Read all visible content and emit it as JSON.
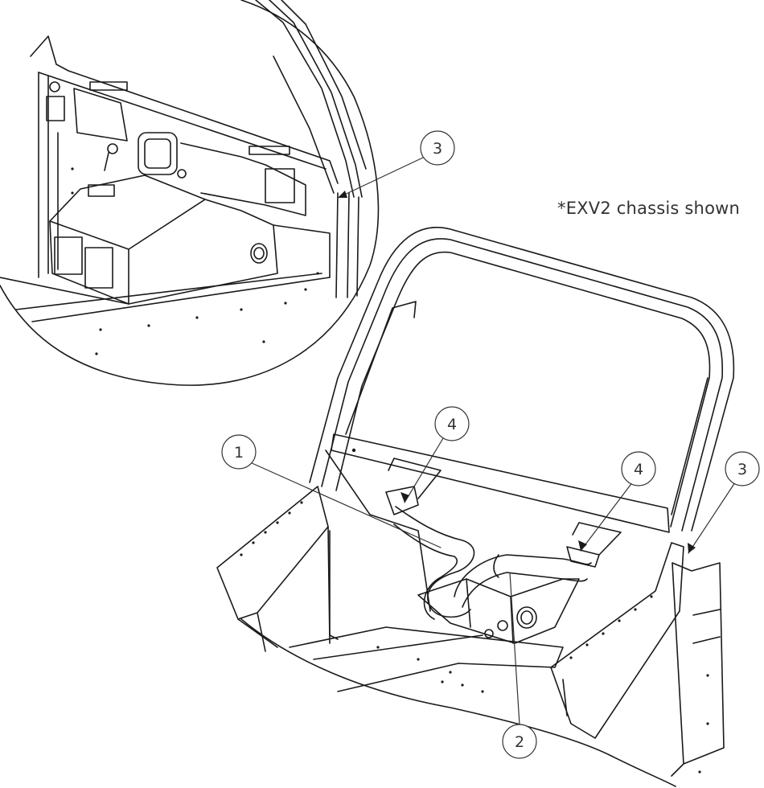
{
  "note": "*EXV2 chassis shown",
  "callouts": [
    {
      "id": "callout-1",
      "label": "1"
    },
    {
      "id": "callout-2",
      "label": "2"
    },
    {
      "id": "callout-3-inset",
      "label": "3"
    },
    {
      "id": "callout-3-main",
      "label": "3"
    },
    {
      "id": "callout-4-left",
      "label": "4"
    },
    {
      "id": "callout-4-right",
      "label": "4"
    }
  ]
}
